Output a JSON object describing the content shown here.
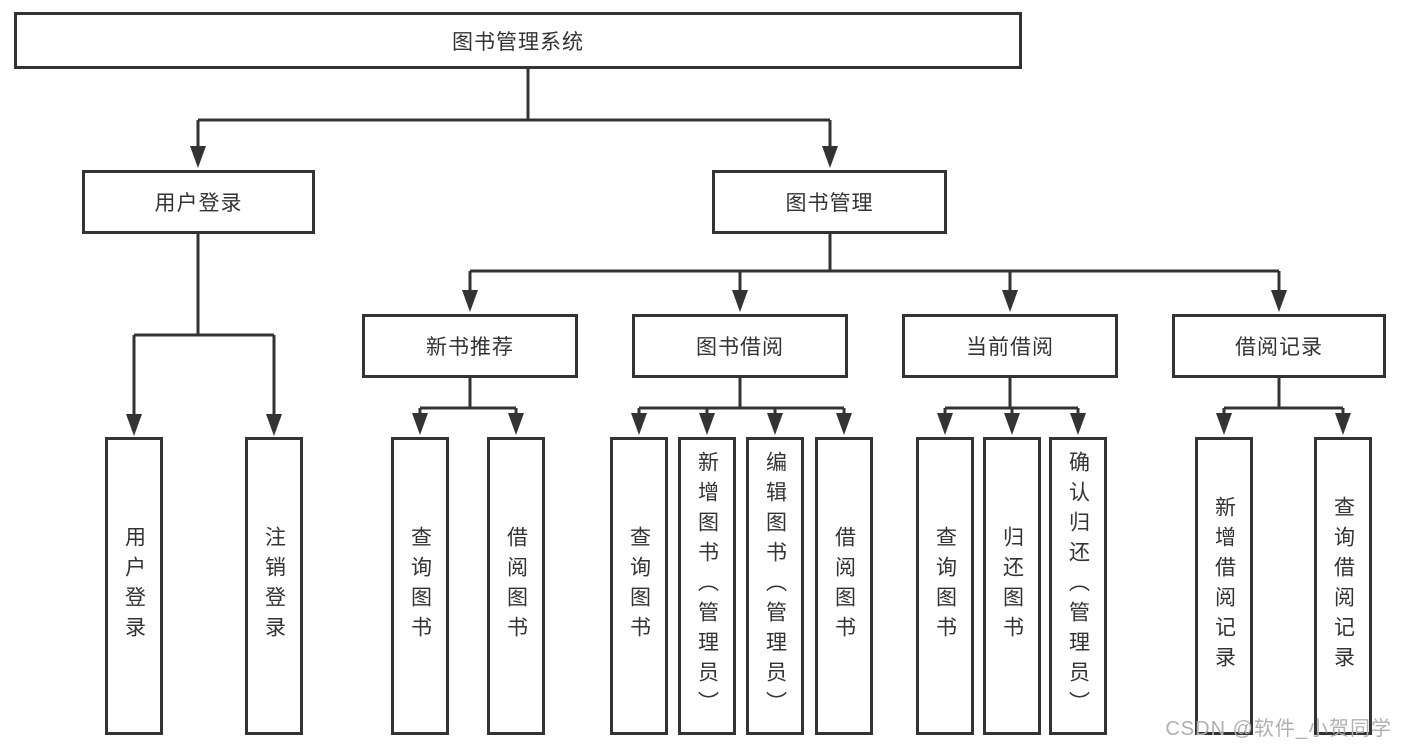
{
  "diagram": {
    "title": "图书管理系统",
    "children": [
      {
        "label": "用户登录",
        "children": [
          {
            "label": "用户登录"
          },
          {
            "label": "注销登录"
          }
        ]
      },
      {
        "label": "图书管理",
        "children": [
          {
            "label": "新书推荐",
            "children": [
              {
                "label": "查询图书"
              },
              {
                "label": "借阅图书"
              }
            ]
          },
          {
            "label": "图书借阅",
            "children": [
              {
                "label": "查询图书"
              },
              {
                "label": "新增图书（管理员）"
              },
              {
                "label": "编辑图书（管理员）"
              },
              {
                "label": "借阅图书"
              }
            ]
          },
          {
            "label": "当前借阅",
            "children": [
              {
                "label": "查询图书"
              },
              {
                "label": "归还图书"
              },
              {
                "label": "确认归还（管理员）"
              }
            ]
          },
          {
            "label": "借阅记录",
            "children": [
              {
                "label": "新增借阅记录"
              },
              {
                "label": "查询借阅记录"
              }
            ]
          }
        ]
      }
    ]
  },
  "watermark": {
    "text": "CSDN @软件_小贺同学"
  },
  "colors": {
    "line": "#333333",
    "box_border": "#333333",
    "box_background": "#ffffff",
    "text": "#333333",
    "watermark": "#b0b0b0"
  }
}
